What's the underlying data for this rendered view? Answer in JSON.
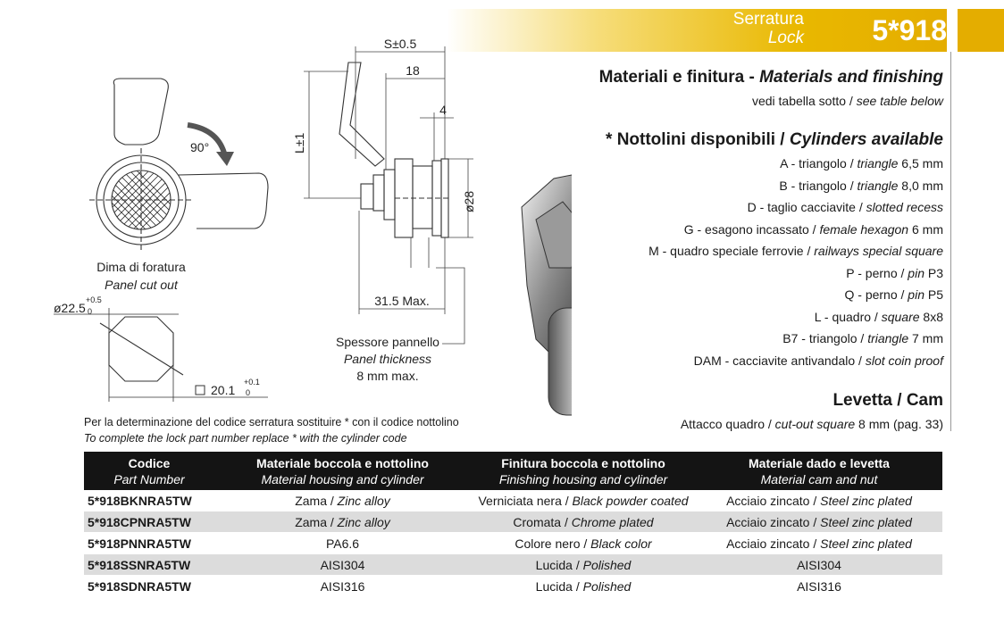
{
  "header": {
    "title_it": "Serratura",
    "title_en": "Lock",
    "code": "5*918"
  },
  "materials": {
    "title_it": "Materiali e finitura - ",
    "title_en": "Materials and finishing",
    "sub_it": "vedi tabella sotto / ",
    "sub_en": "see table below"
  },
  "cylinders": {
    "title_it": "* Nottolini disponibili / ",
    "title_en": "Cylinders available",
    "items": [
      {
        "pre": "A - triangolo / ",
        "en": "triangle",
        "post": " 6,5 mm"
      },
      {
        "pre": "B - triangolo / ",
        "en": "triangle",
        "post": " 8,0 mm"
      },
      {
        "pre": "D - taglio cacciavite / ",
        "en": "slotted recess",
        "post": ""
      },
      {
        "pre": "G - esagono incassato / ",
        "en": "female hexagon",
        "post": " 6 mm"
      },
      {
        "pre": "M - quadro speciale ferrovie / ",
        "en": "railways special square",
        "post": ""
      },
      {
        "pre": "P - perno / ",
        "en": "pin",
        "post": " P3"
      },
      {
        "pre": "Q - perno / ",
        "en": "pin",
        "post": " P5"
      },
      {
        "pre": "L - quadro / ",
        "en": "square",
        "post": " 8x8"
      },
      {
        "pre": "B7 - triangolo / ",
        "en": "triangle",
        "post": " 7 mm"
      },
      {
        "pre": "DAM - cacciavite antivandalo / ",
        "en": "slot coin proof",
        "post": ""
      }
    ]
  },
  "cam": {
    "title": "Levetta / Cam",
    "pre": "Attacco quadro / ",
    "en": "cut-out square",
    "post": " 8 mm (pag. 33)"
  },
  "drawing": {
    "rotation": "90°",
    "cutout_it": "Dima di foratura",
    "cutout_en": "Panel cut out",
    "dia_label": "ø22.5",
    "dia_tol_plus": "+0.5",
    "dia_tol_minus": "0",
    "square_label": "20.1",
    "square_tol_plus": "+0.1",
    "square_tol_minus": "0",
    "dim_s": "S±0.5",
    "dim_18": "18",
    "dim_4": "4",
    "dim_l": "L±1",
    "dim_28": "ø28",
    "dim_315": "31.5  Max.",
    "panel_it": "Spessore pannello",
    "panel_en": "Panel thickness",
    "panel_max": "8 mm max."
  },
  "notes": {
    "it": "Per la determinazione del codice serratura sostituire  *  con il codice nottolino",
    "en": "To complete the lock part number replace * with the cylinder code"
  },
  "table": {
    "headers": [
      {
        "it": "Codice",
        "en": "Part Number"
      },
      {
        "it": "Materiale boccola e nottolino",
        "en": "Material housing and cylinder"
      },
      {
        "it": "Finitura boccola e nottolino",
        "en": "Finishing housing and cylinder"
      },
      {
        "it": "Materiale dado e levetta",
        "en": "Material cam and nut"
      }
    ],
    "rows": [
      {
        "code": "5*918BKNRA5TW",
        "mat_it": "Zama / ",
        "mat_en": "Zinc alloy",
        "fin_it": "Verniciata nera / ",
        "fin_en": "Black powder coated",
        "cam_it": "Acciaio zincato / ",
        "cam_en": "Steel zinc plated"
      },
      {
        "code": "5*918CPNRA5TW",
        "mat_it": "Zama / ",
        "mat_en": "Zinc alloy",
        "fin_it": "Cromata / ",
        "fin_en": "Chrome plated",
        "cam_it": "Acciaio zincato / ",
        "cam_en": "Steel zinc plated"
      },
      {
        "code": "5*918PNNRA5TW",
        "mat_it": "PA6.6",
        "mat_en": "",
        "fin_it": "Colore nero / ",
        "fin_en": "Black color",
        "cam_it": "Acciaio zincato / ",
        "cam_en": "Steel zinc plated"
      },
      {
        "code": "5*918SSNRA5TW",
        "mat_it": "AISI304",
        "mat_en": "",
        "fin_it": "Lucida / ",
        "fin_en": "Polished",
        "cam_it": "AISI304",
        "cam_en": ""
      },
      {
        "code": "5*918SDNRA5TW",
        "mat_it": "AISI316",
        "mat_en": "",
        "fin_it": "Lucida / ",
        "fin_en": "Polished",
        "cam_it": "AISI316",
        "cam_en": ""
      }
    ]
  },
  "colors": {
    "accent": "#e4ad00",
    "table_header": "#141414",
    "row_alt": "#dcdcdc"
  }
}
